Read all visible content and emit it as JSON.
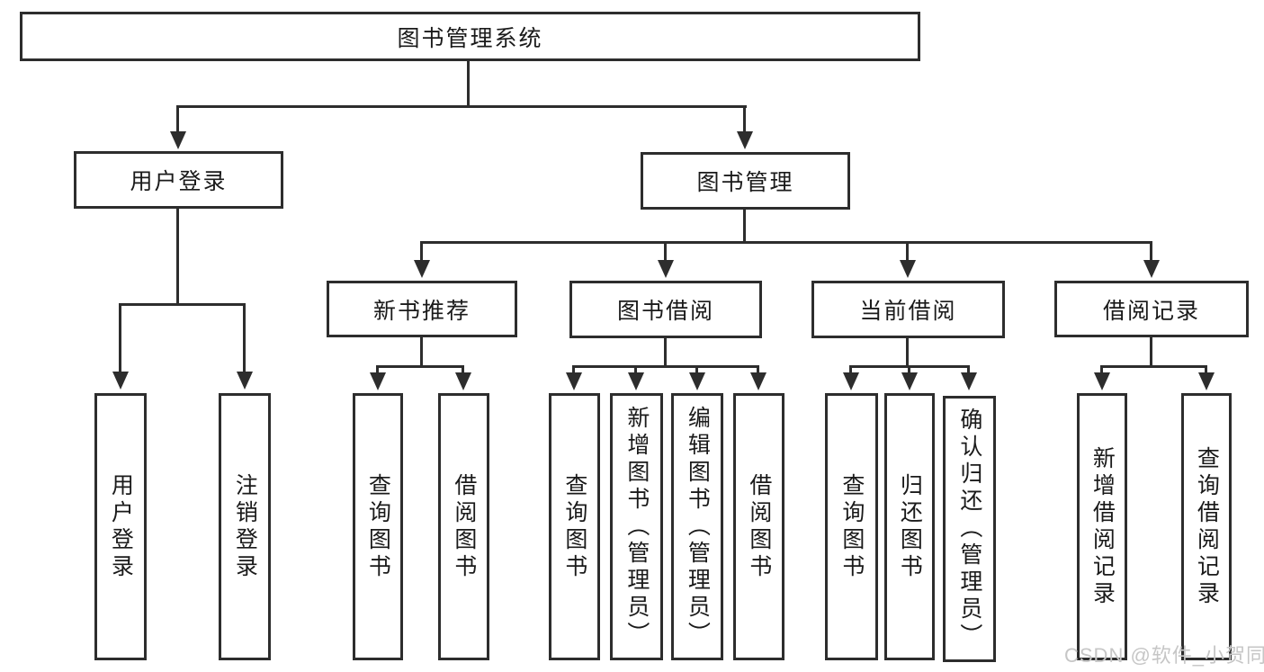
{
  "tree": {
    "root": {
      "label": "图书管理系统",
      "children": [
        {
          "label": "用户登录",
          "children": [
            {
              "label": "用户登录"
            },
            {
              "label": "注销登录"
            }
          ]
        },
        {
          "label": "图书管理",
          "children": [
            {
              "label": "新书推荐",
              "children": [
                {
                  "label": "查询图书"
                },
                {
                  "label": "借阅图书"
                }
              ]
            },
            {
              "label": "图书借阅",
              "children": [
                {
                  "label": "查询图书"
                },
                {
                  "label": "新增图书（管理员）"
                },
                {
                  "label": "编辑图书（管理员）"
                },
                {
                  "label": "借阅图书"
                }
              ]
            },
            {
              "label": "当前借阅",
              "children": [
                {
                  "label": "查询图书"
                },
                {
                  "label": "归还图书"
                },
                {
                  "label": "确认归还（管理员）"
                }
              ]
            },
            {
              "label": "借阅记录",
              "children": [
                {
                  "label": "新增借阅记录"
                },
                {
                  "label": "查询借阅记录"
                }
              ]
            }
          ]
        }
      ]
    }
  },
  "watermark": {
    "text": "CSDN @软件_小贺同学",
    "color": "#c6c6c6"
  },
  "colors": {
    "line": "#2d2d2d",
    "text": "#1a1a1a",
    "background": "#ffffff"
  }
}
